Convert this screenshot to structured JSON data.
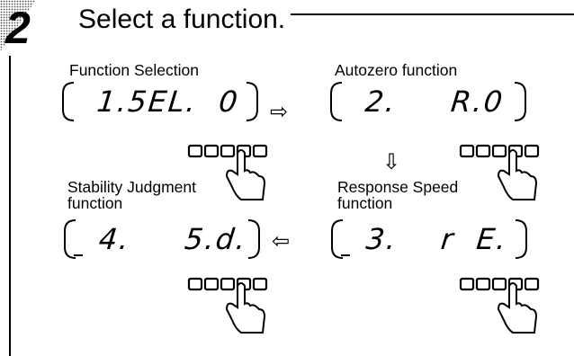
{
  "step": {
    "number": "2",
    "title": "Select a function."
  },
  "panels": [
    {
      "label": "Function Selection",
      "display": "1.5EL.  0"
    },
    {
      "label": "Autozero function",
      "display": "2.     R.0"
    },
    {
      "label": "Response Speed function",
      "display": "3.    r  E."
    },
    {
      "label": "Stability Judgment function",
      "display": "4.     5.d."
    }
  ],
  "arrows": {
    "right": "⇨",
    "down": "⇩",
    "left": "⇦"
  },
  "icons": {
    "keypad": "five-key-button-row",
    "press": "pointing-hand-icon"
  }
}
